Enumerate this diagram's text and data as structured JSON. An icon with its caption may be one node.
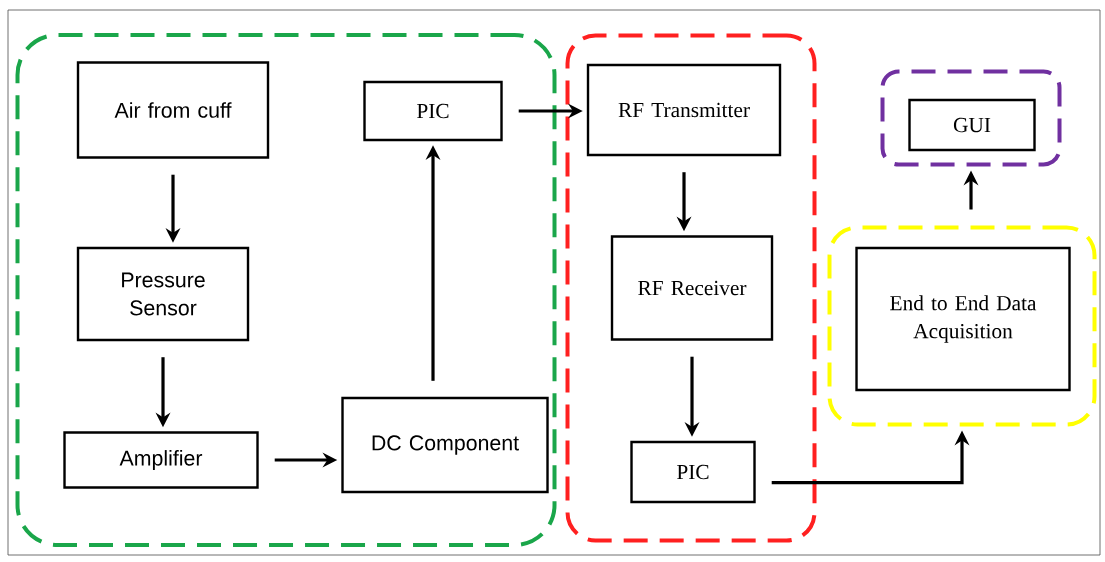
{
  "diagram": {
    "nodes": [
      {
        "text": [],
        "shape": "box"
      },
      {
        "text": [
          "Air from cuff"
        ],
        "in": 0
      },
      {
        "text": [
          "Pressure Sensor"
        ],
        "in": 0
      },
      {
        "text": [
          "Amplifier"
        ],
        "in": 0
      },
      {
        "text": [
          "DC Component"
        ],
        "in": 0
      },
      {
        "text": [
          "PIC"
        ],
        "in": 0
      },
      {
        "text": [],
        "shape": "box"
      },
      {
        "text": [
          "RF Transmitter"
        ],
        "in": 6
      },
      {
        "text": [
          "RF Receiver"
        ],
        "in": 6
      },
      {
        "text": [
          "PIC"
        ],
        "in": 6
      },
      {
        "text": [],
        "shape": "box"
      },
      {
        "text": [
          "End to End Data Acquisition"
        ],
        "in": 10
      },
      {
        "text": [],
        "shape": "box"
      },
      {
        "text": [
          "GUI"
        ],
        "in": 12
      }
    ],
    "edges": [
      {
        "from": 1,
        "to": 2,
        "arrow": "to"
      },
      {
        "from": 2,
        "to": 3,
        "arrow": "to"
      },
      {
        "from": 3,
        "to": 4,
        "arrow": "to"
      },
      {
        "from": 4,
        "to": 5,
        "arrow": "to"
      },
      {
        "from": 5,
        "to": 7,
        "arrow": "to"
      },
      {
        "from": 7,
        "to": 8,
        "arrow": "to"
      },
      {
        "from": 8,
        "to": 9,
        "arrow": "to"
      },
      {
        "from": 9,
        "to": 10,
        "arrow": "to"
      },
      {
        "from": 10,
        "to": 12,
        "arrow": "to"
      }
    ]
  }
}
